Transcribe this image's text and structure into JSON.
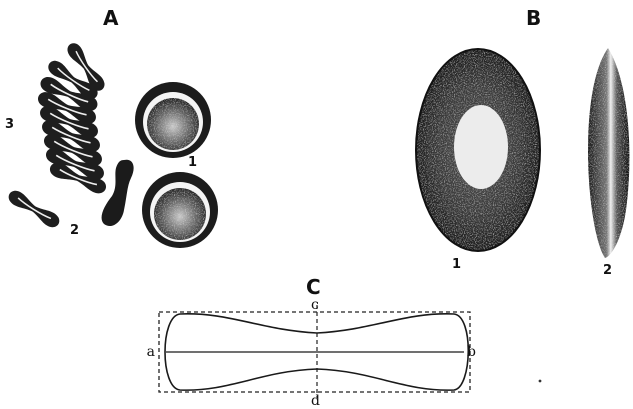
{
  "figure": {
    "panel_a": {
      "letter": "A",
      "labels": {
        "one": "1",
        "two": "2",
        "three": "3"
      }
    },
    "panel_b": {
      "letter": "B",
      "labels": {
        "one": "1",
        "two": "2"
      }
    },
    "panel_c": {
      "letter": "C",
      "labels": {
        "a": "a",
        "b": "b",
        "c": "c",
        "d": "d"
      }
    }
  }
}
